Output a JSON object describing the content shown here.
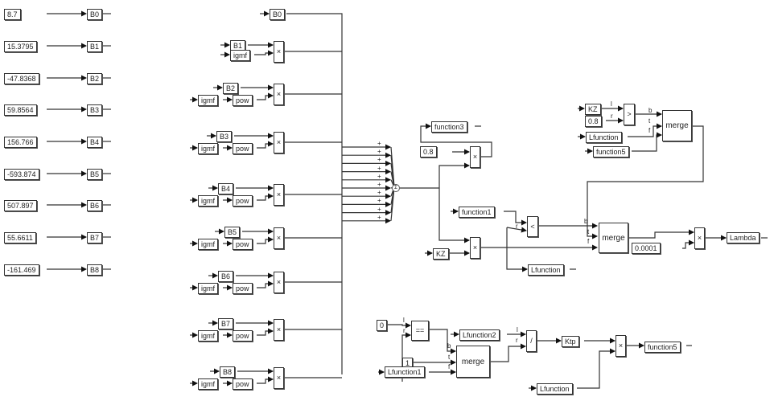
{
  "constants": [
    {
      "value": "8.7",
      "target": "B0"
    },
    {
      "value": "15.3795",
      "target": "B1"
    },
    {
      "value": "-47.8368",
      "target": "B2"
    },
    {
      "value": "59.8564",
      "target": "B3"
    },
    {
      "value": "156.766",
      "target": "B4"
    },
    {
      "value": "-593.874",
      "target": "B5"
    },
    {
      "value": "507.897",
      "target": "B6"
    },
    {
      "value": "55.6611",
      "target": "B7"
    },
    {
      "value": "-161.469",
      "target": "B8"
    }
  ],
  "polynomial": {
    "b0": "B0",
    "terms": [
      {
        "coef": "B1",
        "input": "igmf",
        "pow": null
      },
      {
        "coef": "B2",
        "input": "igmf",
        "pow": "pow"
      },
      {
        "coef": "B3",
        "input": "igmf",
        "pow": "pow"
      },
      {
        "coef": "B4",
        "input": "igmf",
        "pow": "pow"
      },
      {
        "coef": "B5",
        "input": "igmf",
        "pow": "pow"
      },
      {
        "coef": "B6",
        "input": "igmf",
        "pow": "pow"
      },
      {
        "coef": "B7",
        "input": "igmf",
        "pow": "pow"
      },
      {
        "coef": "B8",
        "input": "igmf",
        "pow": "pow"
      }
    ],
    "mult_symbol": "×",
    "sum_symbol": "Σ",
    "plus_sign": "+"
  },
  "blocks": {
    "function3": "function3",
    "c08a": "0.8",
    "function1": "function1",
    "kz_mid": "KZ",
    "lfunction_mid": "Lfunction",
    "lt_op": "<",
    "merge_mid": "merge",
    "c00001": "0.0001",
    "lambda": "Lambda",
    "kz_top": "KZ",
    "c08b": "0.8",
    "gt_op": ">",
    "lfunction_top": "Lfunction",
    "function5_top": "function5",
    "merge_top": "merge",
    "c0": "0",
    "eq_op": "==",
    "c1": "1",
    "lfunction1": "Lfunction1",
    "lfunction2": "Lfunction2",
    "merge_bot": "merge",
    "div_op": "/",
    "ktp": "Ktp",
    "lfunction_bot": "Lfunction",
    "function5_bot": "function5"
  },
  "port_labels": {
    "l": "l",
    "r": "r",
    "b": "b",
    "t": "t",
    "f": "f"
  }
}
